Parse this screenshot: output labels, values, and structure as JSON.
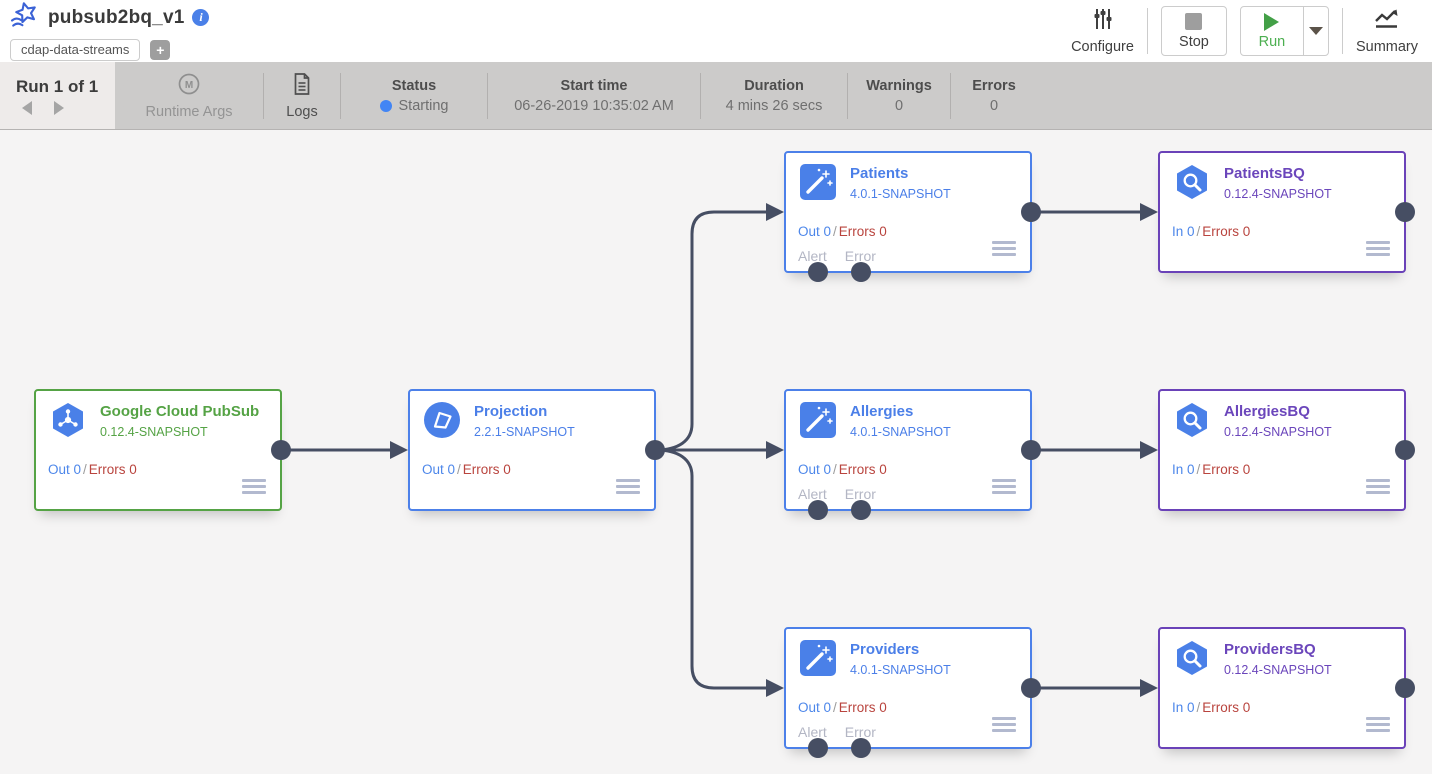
{
  "header": {
    "title": "pubsub2bq_v1",
    "tag": "cdap-data-streams",
    "add_tag_label": "+",
    "actions": {
      "configure": "Configure",
      "stop": "Stop",
      "run": "Run",
      "summary": "Summary"
    }
  },
  "run_bar": {
    "run_label": "Run 1 of 1",
    "runtime_args": "Runtime Args",
    "logs": "Logs",
    "status": {
      "label": "Status",
      "value": "Starting"
    },
    "start_time": {
      "label": "Start time",
      "value": "06-26-2019 10:35:02 AM"
    },
    "duration": {
      "label": "Duration",
      "value": "4 mins 26 secs"
    },
    "warnings": {
      "label": "Warnings",
      "value": "0"
    },
    "errors": {
      "label": "Errors",
      "value": "0"
    }
  },
  "canvas": {
    "nodes": [
      {
        "title": "Google Cloud PubSub",
        "version": "0.12.4-SNAPSHOT",
        "type": "source",
        "metrics": {
          "left": "Out 0",
          "sep": "/",
          "right": "Errors 0"
        }
      },
      {
        "title": "Projection",
        "version": "2.2.1-SNAPSHOT",
        "type": "transform",
        "metrics": {
          "left": "Out 0",
          "sep": "/",
          "right": "Errors 0"
        }
      },
      {
        "title": "Patients",
        "version": "4.0.1-SNAPSHOT",
        "type": "transform",
        "metrics": {
          "left": "Out 0",
          "sep": "/",
          "right": "Errors 0"
        },
        "ports": {
          "alert": "Alert",
          "error": "Error"
        }
      },
      {
        "title": "Allergies",
        "version": "4.0.1-SNAPSHOT",
        "type": "transform",
        "metrics": {
          "left": "Out 0",
          "sep": "/",
          "right": "Errors 0"
        },
        "ports": {
          "alert": "Alert",
          "error": "Error"
        }
      },
      {
        "title": "Providers",
        "version": "4.0.1-SNAPSHOT",
        "type": "transform",
        "metrics": {
          "left": "Out 0",
          "sep": "/",
          "right": "Errors 0"
        },
        "ports": {
          "alert": "Alert",
          "error": "Error"
        }
      },
      {
        "title": "PatientsBQ",
        "version": "0.12.4-SNAPSHOT",
        "type": "sink",
        "metrics": {
          "left": "In 0",
          "sep": "/",
          "right": "Errors 0"
        }
      },
      {
        "title": "AllergiesBQ",
        "version": "0.12.4-SNAPSHOT",
        "type": "sink",
        "metrics": {
          "left": "In 0",
          "sep": "/",
          "right": "Errors 0"
        }
      },
      {
        "title": "ProvidersBQ",
        "version": "0.12.4-SNAPSHOT",
        "type": "sink",
        "metrics": {
          "left": "In 0",
          "sep": "/",
          "right": "Errors 0"
        }
      }
    ]
  },
  "icons": {
    "pipeline-logo-icon": "blue shooting-star outline",
    "info-icon": "blue circle i",
    "add-tag-icon": "plus",
    "configure-icon": "sliders",
    "stop-icon": "gray square",
    "run-icon": "green play triangle",
    "run-dropdown-icon": "caret down",
    "summary-icon": "trend chart",
    "runtime-args-icon": "circled M",
    "logs-icon": "document",
    "status-dot-icon": "blue dot",
    "pubsub-icon": "blue hexagon node graph",
    "projection-icon": "blue circle shape",
    "transform-icon": "blue square magic wand",
    "bigquery-icon": "blue hexagon magnifier",
    "menu-icon": "hamburger",
    "port-icon": "dark circle"
  },
  "colors": {
    "source_green": "#55a345",
    "transform_blue": "#4c80e9",
    "sink_purple": "#6a42b8",
    "edge_dark": "#464e63",
    "metric_blue": "#4d87ea",
    "metric_red": "#b9443e",
    "status_blue": "#4285f4",
    "run_green": "#4caf50",
    "bar_gray": "#cccbca"
  }
}
